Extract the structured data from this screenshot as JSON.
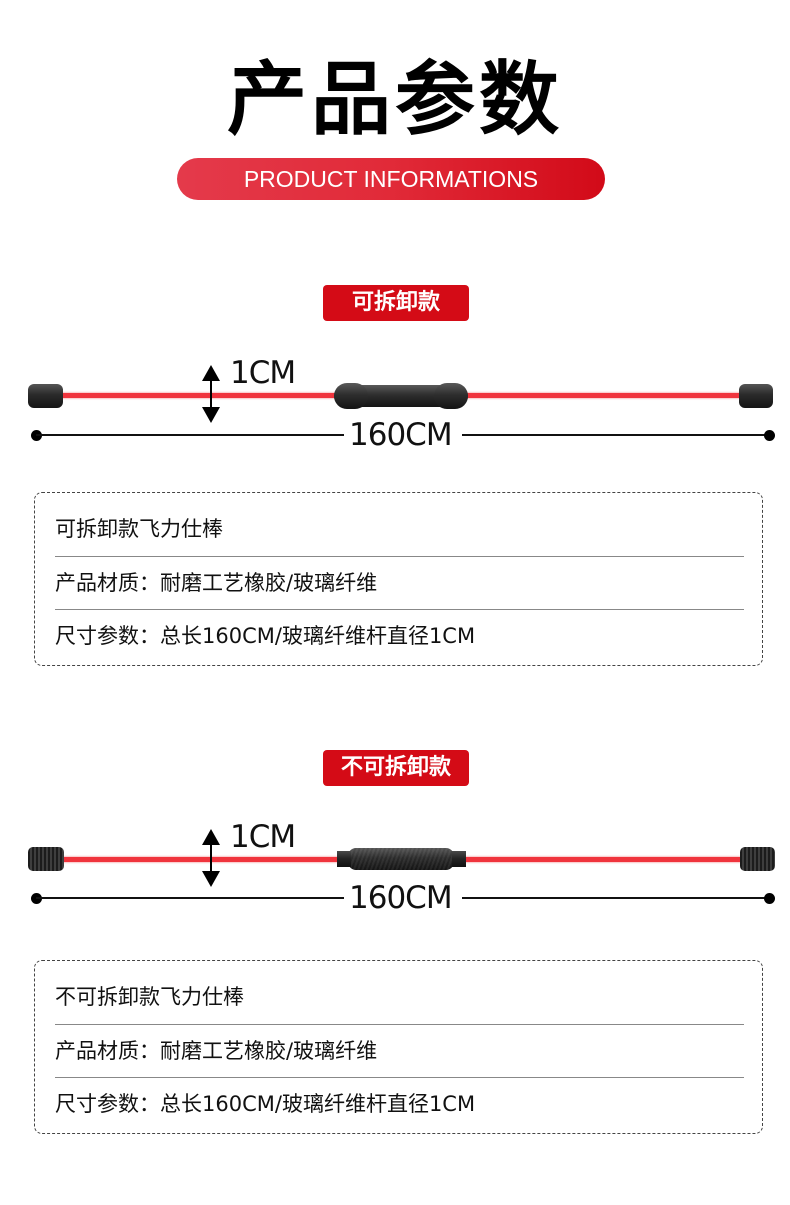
{
  "header": {
    "title": "产品参数",
    "subtitle": "PRODUCT INFORMATIONS",
    "accent_color": "#d40b16"
  },
  "variants": [
    {
      "tag": "可拆卸款",
      "diameter_label": "1CM",
      "length_label": "160CM",
      "grip_style": "contoured",
      "cap_style": "smooth",
      "specs": [
        "可拆卸款飞力仕棒",
        "产品材质：耐磨工艺橡胶/玻璃纤维",
        "尺寸参数：总长160CM/玻璃纤维杆直径1CM"
      ]
    },
    {
      "tag": "不可拆卸款",
      "diameter_label": "1CM",
      "length_label": "160CM",
      "grip_style": "knurled",
      "cap_style": "ridged",
      "specs": [
        "不可拆卸款飞力仕棒",
        "产品材质：耐磨工艺橡胶/玻璃纤维",
        "尺寸参数：总长160CM/玻璃纤维杆直径1CM"
      ]
    }
  ]
}
